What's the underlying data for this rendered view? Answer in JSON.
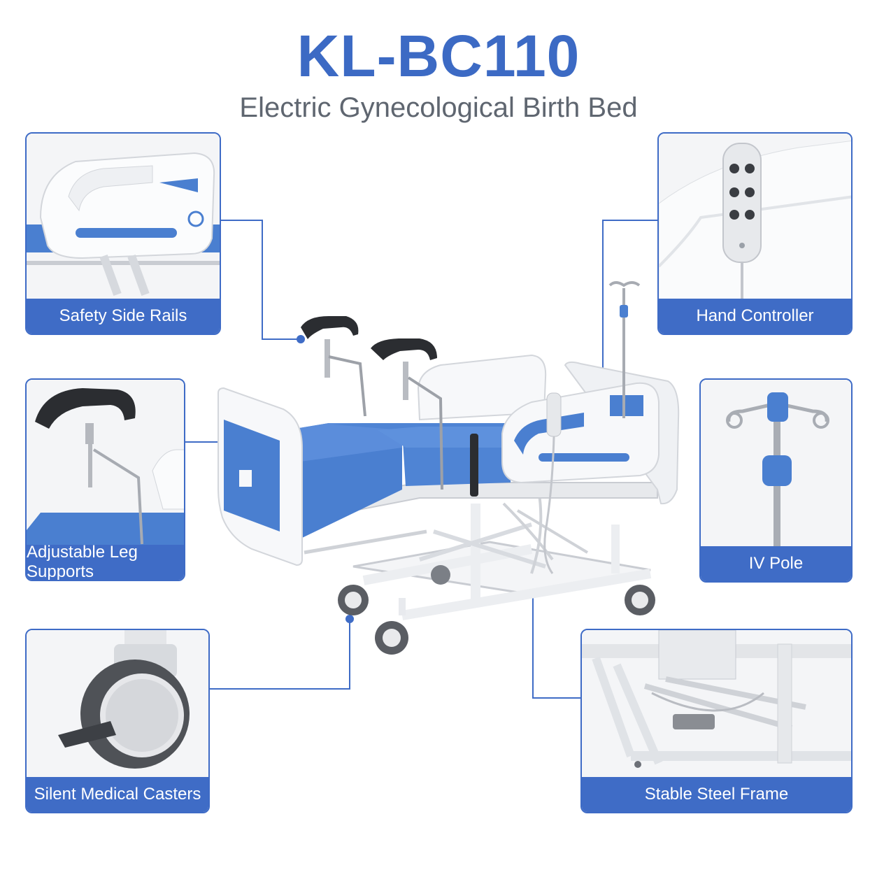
{
  "header": {
    "title": "KL-BC110",
    "subtitle": "Electric Gynecological Birth Bed"
  },
  "features": [
    {
      "label": "Safety Side Rails"
    },
    {
      "label": "Hand Controller"
    },
    {
      "label": "Adjustable Leg Supports"
    },
    {
      "label": "IV Pole"
    },
    {
      "label": "Silent Medical Casters"
    },
    {
      "label": "Stable Steel Frame"
    }
  ],
  "colors": {
    "accent": "#3f6cc6",
    "title": "#3c6ac4",
    "subtitle": "#5f6670",
    "mattress": "#4a7fd0",
    "frame": "#f4f5f7"
  }
}
